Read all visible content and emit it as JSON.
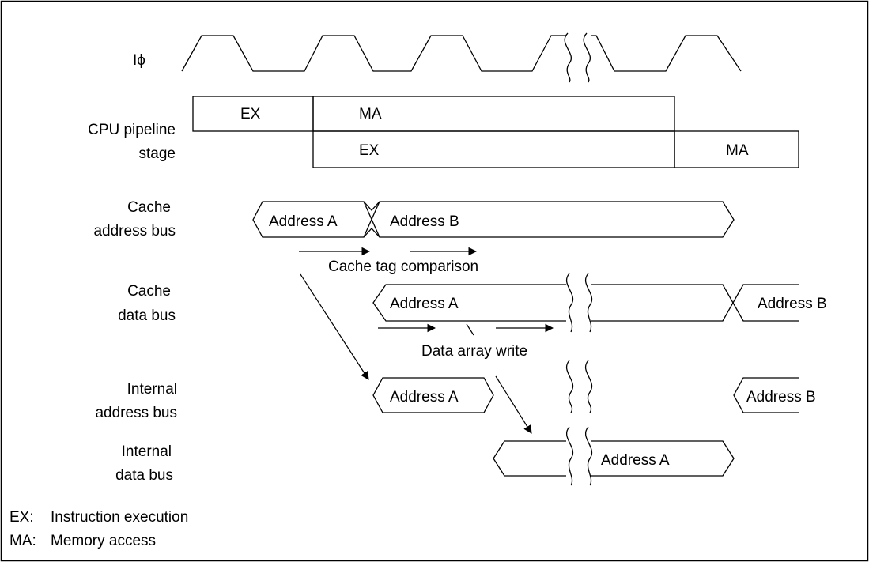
{
  "clock": {
    "label": "Iϕ"
  },
  "rows": {
    "pipeline": {
      "line1": "CPU pipeline",
      "line2": "stage"
    },
    "cache_address": {
      "line1": "Cache",
      "line2": "address bus"
    },
    "cache_data": {
      "line1": "Cache",
      "line2": "data bus"
    },
    "internal_address": {
      "line1": "Internal",
      "line2": "address bus"
    },
    "internal_data": {
      "line1": "Internal",
      "line2": "data bus"
    }
  },
  "pipeline": {
    "row1": [
      "EX",
      "MA"
    ],
    "row2": [
      "EX",
      "MA"
    ]
  },
  "buses": {
    "cache_address": [
      "Address A",
      "Address B"
    ],
    "cache_data": [
      "Address A",
      "Address B"
    ],
    "internal_address": [
      "Address A",
      "Address B"
    ],
    "internal_data": [
      "Address A"
    ]
  },
  "annotations": {
    "tag_compare": "Cache tag comparison",
    "data_write": "Data array write"
  },
  "legend": [
    {
      "abbr": "EX:",
      "text": "Instruction execution"
    },
    {
      "abbr": "MA:",
      "text": "Memory access"
    }
  ]
}
